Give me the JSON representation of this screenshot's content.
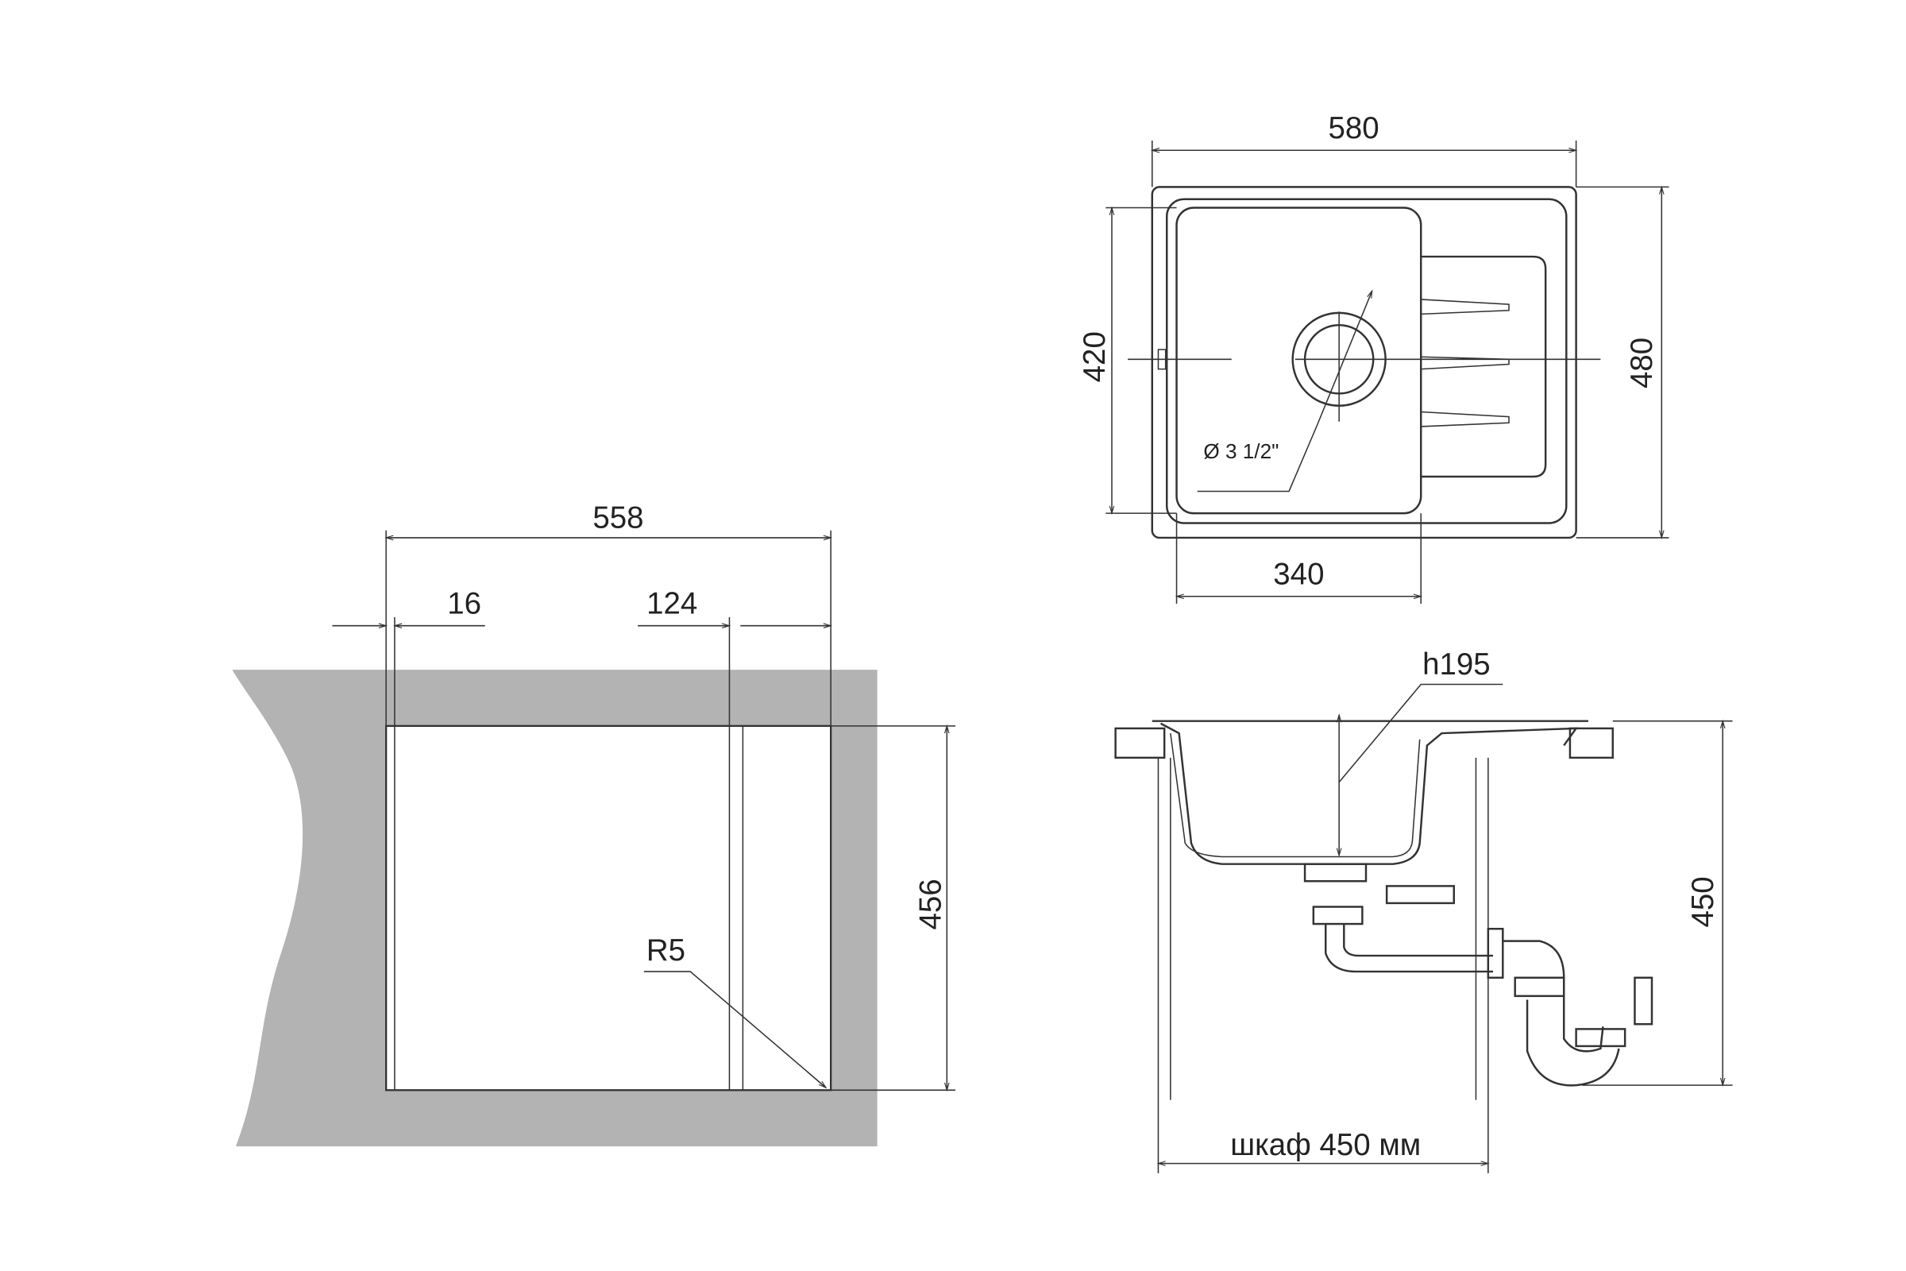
{
  "cutout_view": {
    "width_total": "558",
    "offset_left": "16",
    "offset_right": "124",
    "height": "456",
    "radius": "R5",
    "counter_color": "#b3b3b3"
  },
  "top_view": {
    "width": "580",
    "depth": "480",
    "bowl_depth": "420",
    "bowl_width": "340",
    "drain_diameter": "Ø 3 1/2\""
  },
  "side_view": {
    "bowl_height": "h195",
    "total_height": "450",
    "cabinet": "шкаф 450 мм"
  }
}
